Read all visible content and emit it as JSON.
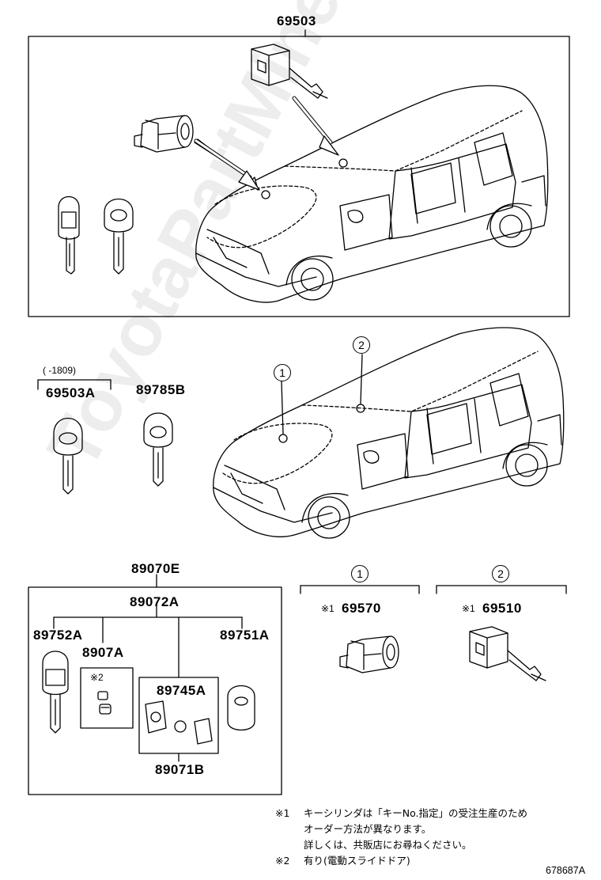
{
  "watermark": "ToyotaPartMinet",
  "part_labels": {
    "p69503": "69503",
    "p69503A_range": "(      -1809)",
    "p69503A": "69503A",
    "p89785B": "89785B",
    "p89070E": "89070E",
    "p89072A": "89072A",
    "p89752A": "89752A",
    "p8907A": "8907A",
    "p89751A": "89751A",
    "p89745A": "89745A",
    "p89071B": "89071B",
    "p69570": "69570",
    "p69510": "69510",
    "note_mark_1": "※1",
    "note_mark_2": "※2"
  },
  "callouts": {
    "c1": "1",
    "c2": "2",
    "c1_lower": "1",
    "c2_lower": "2"
  },
  "notes": {
    "n1_mark": "※1",
    "n1_line1": "キーシリンダは「キーNo.指定」の受注生産のため",
    "n1_line2": "オーダー方法が異なります。",
    "n1_line3": "詳しくは、共販店にお尋ねください。",
    "n2_mark": "※2",
    "n2_line1": "有り(電動スライドドア)"
  },
  "diagram_id": "678687A",
  "colors": {
    "line": "#000000",
    "arrow_fill": "#ffffff",
    "watermark": "rgba(0,0,0,0.07)"
  }
}
